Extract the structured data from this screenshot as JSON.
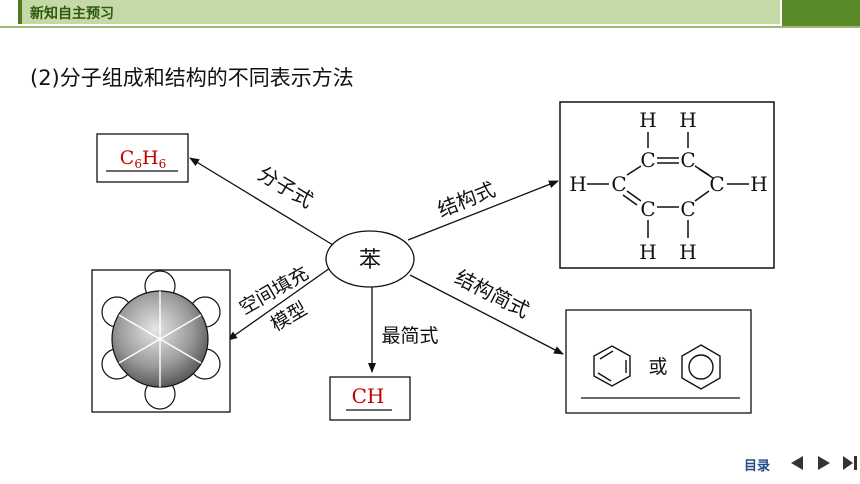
{
  "header": {
    "section_title": "新知自主预习"
  },
  "main": {
    "subtitle": "(2)分子组成和结构的不同表示方法",
    "center": {
      "label": "苯"
    },
    "branches": {
      "molecular_formula": {
        "label": "分子式",
        "formula_letter_c": "C",
        "formula_sub_1": "6",
        "formula_letter_h": "H",
        "formula_sub_2": "6"
      },
      "structural_formula": {
        "label": "结构式",
        "atom_h": "H",
        "atom_c": "C",
        "bond_double": "=",
        "bond_single": "—"
      },
      "structural_simplified": {
        "label": "结构简式",
        "or_text": "或"
      },
      "simplest_formula": {
        "label": "最简式",
        "value": "CH"
      },
      "space_filling": {
        "label_line1": "空间填充",
        "label_line2": "模型"
      }
    }
  },
  "footer": {
    "toc_label": "目录",
    "prev_icon": "prev-arrow-icon",
    "next_icon": "next-arrow-icon",
    "last_icon": "last-page-icon",
    "accent": "#1e4e8a"
  },
  "colors": {
    "formula_red": "#c00000",
    "header_green": "#5a8a2a"
  }
}
